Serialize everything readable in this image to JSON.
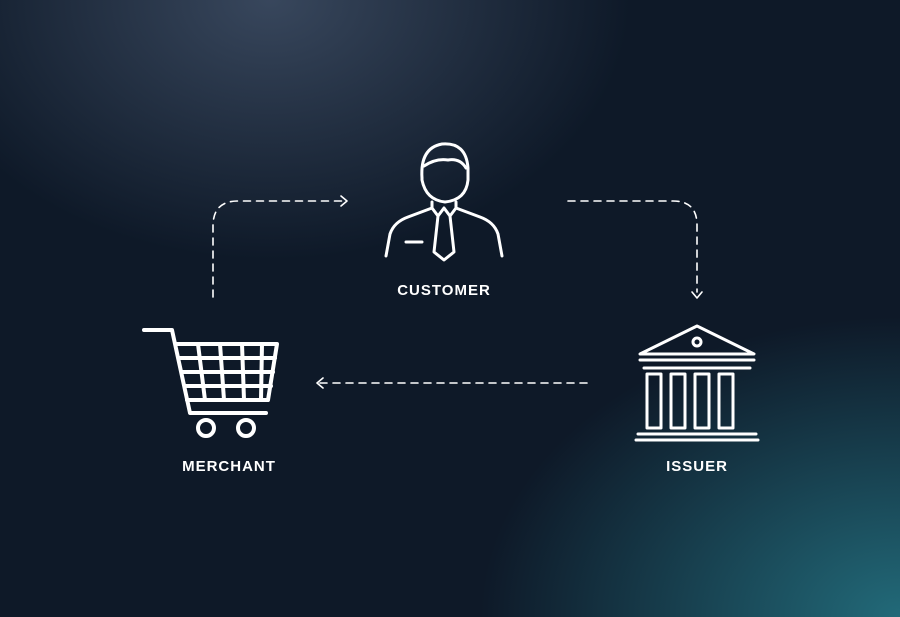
{
  "diagram": {
    "nodes": {
      "customer": {
        "label": "CUSTOMER",
        "icon": "person-icon"
      },
      "merchant": {
        "label": "MERCHANT",
        "icon": "shopping-cart-icon"
      },
      "issuer": {
        "label": "ISSUER",
        "icon": "bank-icon"
      }
    },
    "edges": [
      {
        "from": "MERCHANT",
        "to": "CUSTOMER",
        "style": "dashed"
      },
      {
        "from": "CUSTOMER",
        "to": "ISSUER",
        "style": "dashed"
      },
      {
        "from": "ISSUER",
        "to": "MERCHANT",
        "style": "dashed"
      }
    ]
  },
  "colors": {
    "background": "#0e1928",
    "glow_top": "#46566e",
    "glow_bottom_right": "#236e7d",
    "foreground": "#ffffff"
  }
}
